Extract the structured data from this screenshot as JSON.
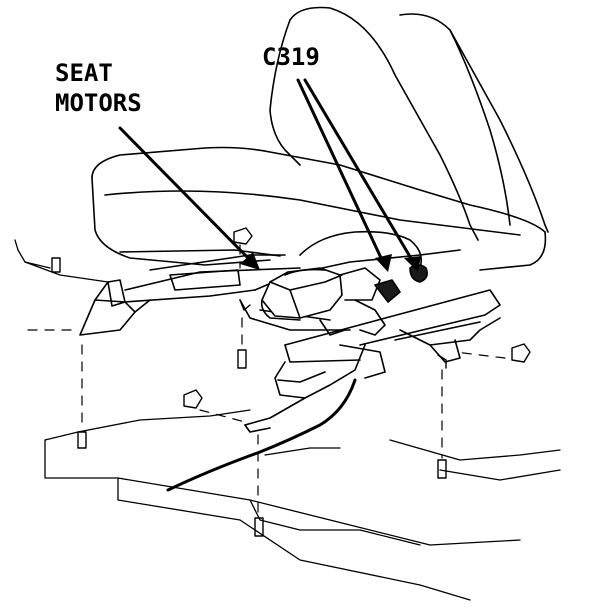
{
  "diagram": {
    "labels": {
      "seat_motors_line1": "SEAT",
      "seat_motors_line2": "MOTORS",
      "connector": "C319"
    },
    "colors": {
      "ink": "#000000",
      "paper": "#ffffff",
      "shade": "#1a1a1a"
    }
  }
}
